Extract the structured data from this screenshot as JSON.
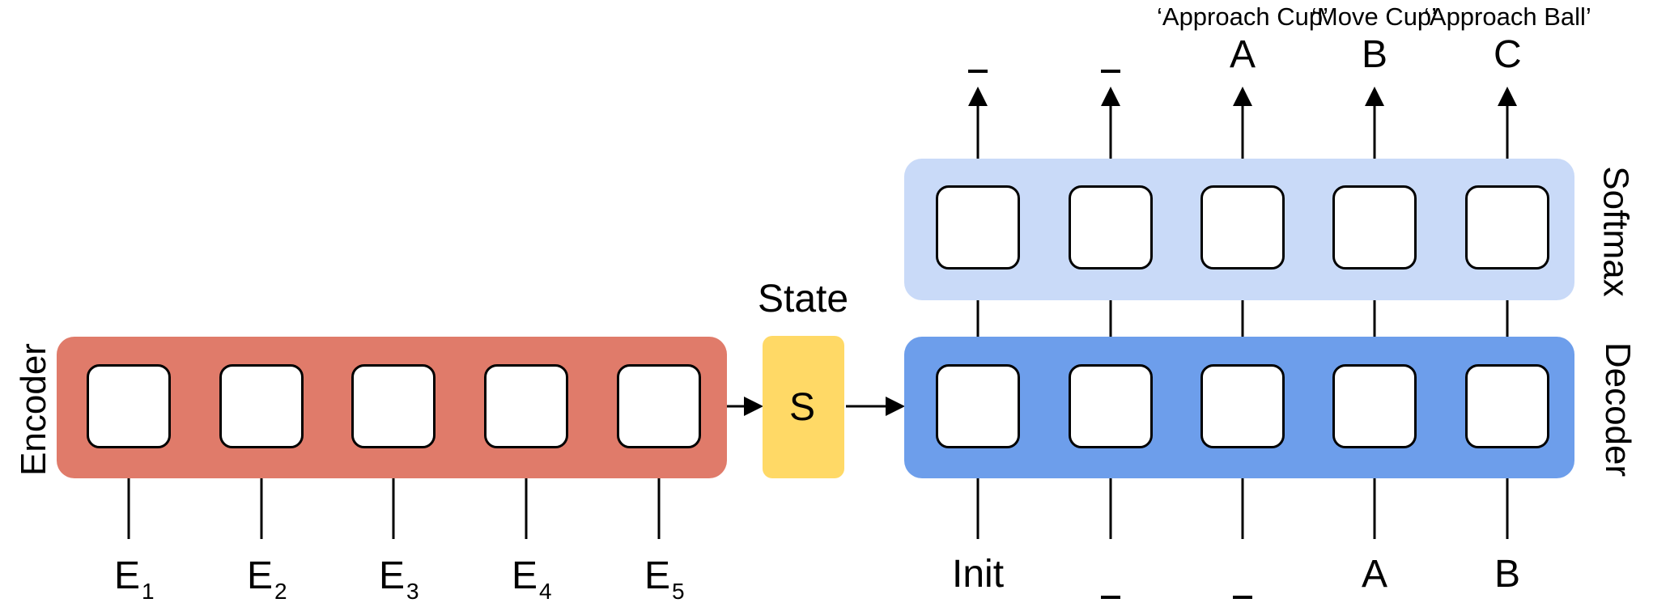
{
  "panels": {
    "encoder": {
      "label": "Encoder",
      "color": "#e07b6a"
    },
    "decoder": {
      "label": "Decoder",
      "color": "#6d9eeb"
    },
    "softmax": {
      "label": "Softmax",
      "color": "#c9daf8"
    },
    "state": {
      "title": "State",
      "symbol": "S",
      "color": "#ffd966"
    }
  },
  "encoder_inputs": [
    {
      "base": "E",
      "sub": "1"
    },
    {
      "base": "E",
      "sub": "2"
    },
    {
      "base": "E",
      "sub": "3"
    },
    {
      "base": "E",
      "sub": "4"
    },
    {
      "base": "E",
      "sub": "5"
    }
  ],
  "decoder_inputs": [
    "Init",
    "_",
    "_",
    "A",
    "B"
  ],
  "softmax_outputs": [
    "_",
    "_",
    "A",
    "B",
    "C"
  ],
  "output_annotations": [
    "",
    "",
    "‘Approach Cup’",
    "‘Move Cup’",
    "‘Approach Ball’"
  ]
}
